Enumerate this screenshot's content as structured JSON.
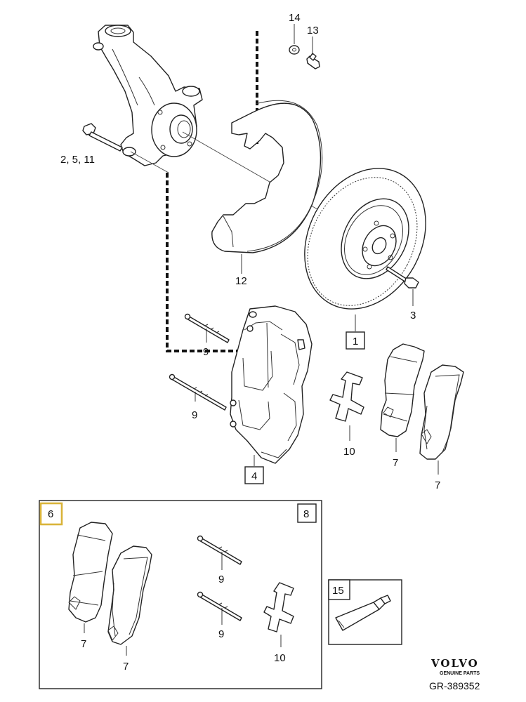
{
  "labels": {
    "washer": "14",
    "bolt_top": "13",
    "bolts_knuckle": "2, 5, 11",
    "splash_shield": "12",
    "disc_bolt": "3",
    "disc": "1",
    "guide_pin_top": "9",
    "guide_pin_bottom": "9",
    "caliper": "4",
    "clip": "10",
    "pad_left": "7",
    "pad_right": "7",
    "kit_pads": "6",
    "kit_hardware": "8",
    "kit_pad_left": "7",
    "kit_pad_right": "7",
    "kit_pin_top": "9",
    "kit_pin_bottom": "9",
    "kit_clip": "10",
    "grease": "15"
  },
  "branding": {
    "brand": "VOLVO",
    "subtitle": "GENUINE PARTS",
    "code": "GR-389352"
  },
  "colors": {
    "highlight": "#d9b43a",
    "ink": "#222222"
  }
}
